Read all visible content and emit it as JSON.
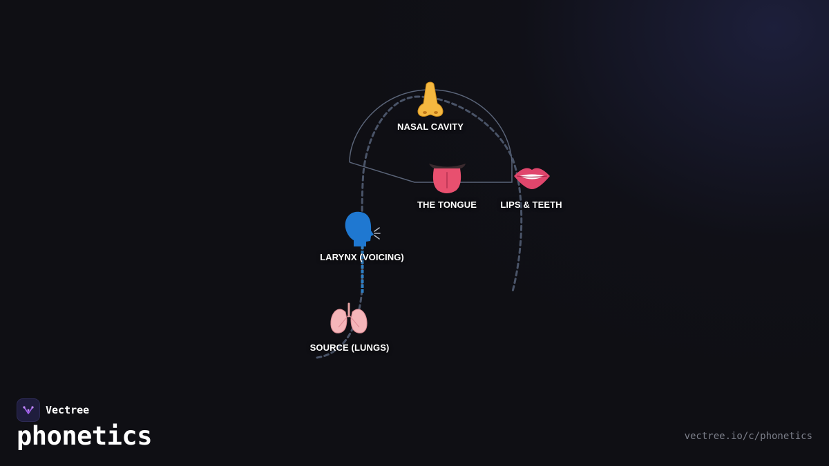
{
  "nodes": {
    "nasal_cavity": {
      "label": "NASAL CAVITY",
      "icon": "nose-icon"
    },
    "tongue": {
      "label": "THE TONGUE",
      "icon": "tongue-icon"
    },
    "lips_teeth": {
      "label": "LIPS & TEETH",
      "icon": "lips-icon"
    },
    "larynx": {
      "label": "LARYNX (VOICING)",
      "icon": "speaking-head-icon"
    },
    "lungs": {
      "label": "SOURCE (LUNGS)",
      "icon": "lungs-icon"
    }
  },
  "brand": {
    "name": "Vectree",
    "course": "phonetics",
    "url": "vectree.io/c/phonetics"
  },
  "colors": {
    "background": "#0f0f14",
    "outline": "#5a6478",
    "airflow": "#4a5468",
    "trachea": "#2f7fc4",
    "logo_accent": "#9b5de5"
  }
}
